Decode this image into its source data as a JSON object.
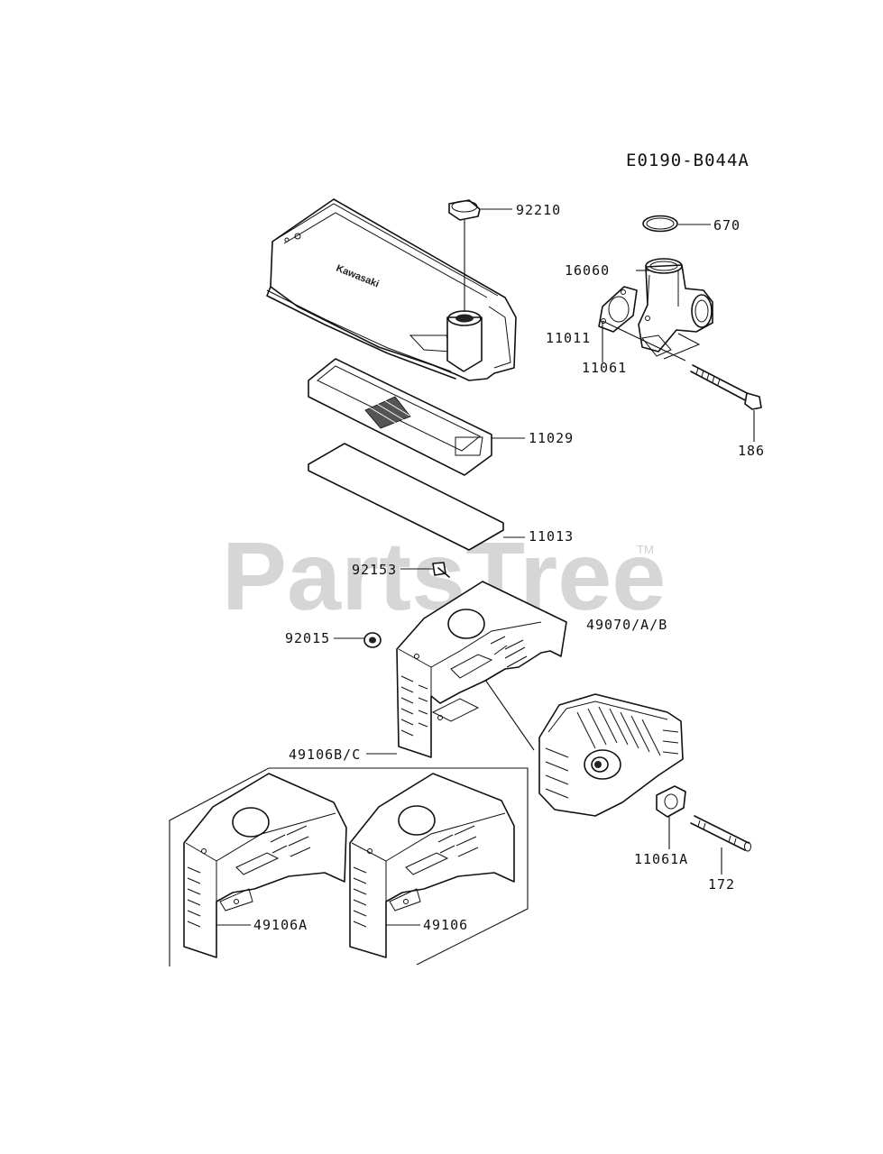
{
  "diagram": {
    "code": "E0190-B044A",
    "watermark": "PartsTree",
    "trademark": "TM",
    "brand_on_cover": "Kawasaki",
    "callouts": [
      {
        "id": "92210",
        "label": "92210"
      },
      {
        "id": "670",
        "label": "670"
      },
      {
        "id": "16060",
        "label": "16060"
      },
      {
        "id": "11011",
        "label": "11011"
      },
      {
        "id": "11061",
        "label": "11061"
      },
      {
        "id": "186",
        "label": "186"
      },
      {
        "id": "11029",
        "label": "11029"
      },
      {
        "id": "11013",
        "label": "11013"
      },
      {
        "id": "92153",
        "label": "92153"
      },
      {
        "id": "49070",
        "label": "49070/A/B"
      },
      {
        "id": "92015",
        "label": "92015"
      },
      {
        "id": "49106BC",
        "label": "49106B/C"
      },
      {
        "id": "11061A",
        "label": "11061A"
      },
      {
        "id": "172",
        "label": "172"
      },
      {
        "id": "49106A",
        "label": "49106A"
      },
      {
        "id": "49106",
        "label": "49106"
      }
    ]
  }
}
